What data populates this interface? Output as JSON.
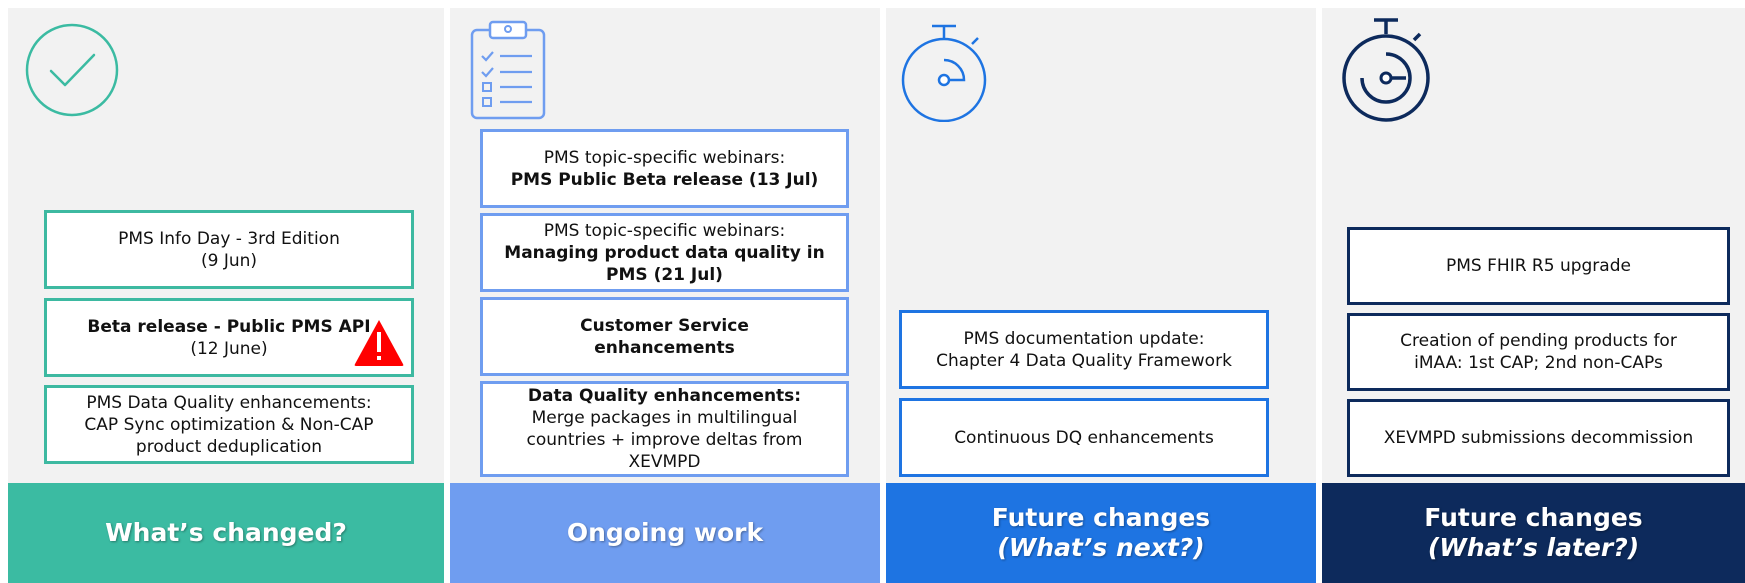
{
  "columns": [
    {
      "title": "What’s changed?",
      "subtitle": "",
      "color": "#3bbba2",
      "icon": "checkmark-circle-icon",
      "boxes": [
        {
          "line1": "PMS Info Day - 3rd Edition",
          "line2": "(9 Jun)"
        },
        {
          "bold": "Beta release - Public PMS API",
          "line2": "(12 June)",
          "badge": "warning-icon"
        },
        {
          "line1": "PMS Data Quality enhancements:",
          "line2": "CAP Sync optimization & Non-CAP product deduplication"
        }
      ]
    },
    {
      "title": "Ongoing work",
      "subtitle": "",
      "color": "#6f9df0",
      "icon": "clipboard-checklist-icon",
      "boxes": [
        {
          "line1": "PMS topic-specific webinars:",
          "bold": "PMS Public Beta release (13 Jul)"
        },
        {
          "line1": "PMS topic-specific webinars:",
          "bold": "Managing product data quality in PMS (21 Jul)"
        },
        {
          "bold": "Customer Service enhancements"
        },
        {
          "bold": "Data Quality enhancements:",
          "line2": "Merge packages in multilingual countries + improve deltas from XEVMPD"
        }
      ]
    },
    {
      "title": "Future changes",
      "subtitle": "(What’s next?)",
      "color": "#1e74e2",
      "icon": "stopwatch-icon",
      "boxes": [
        {
          "line1": "PMS documentation update:",
          "line2": "Chapter 4 Data Quality Framework"
        },
        {
          "line1": "Continuous DQ enhancements"
        }
      ]
    },
    {
      "title": "Future changes",
      "subtitle": "(What’s later?)",
      "color": "#0d2a5c",
      "icon": "stopwatch-icon",
      "boxes": [
        {
          "line1": "PMS FHIR R5 upgrade"
        },
        {
          "line1": "Creation of pending products for iMAA: 1st CAP; 2nd non-CAPs"
        },
        {
          "line1": "XEVMPD submissions decommission"
        }
      ]
    }
  ]
}
